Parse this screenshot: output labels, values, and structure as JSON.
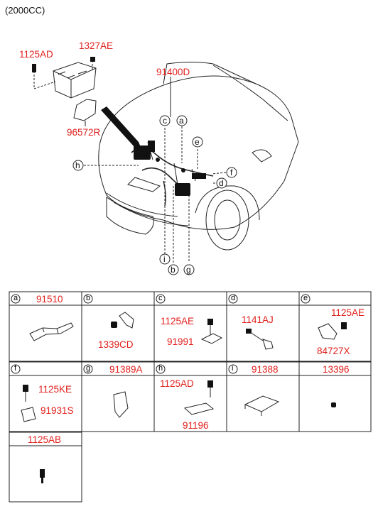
{
  "header": {
    "engine": "(2000CC)"
  },
  "main": {
    "parts": {
      "p1125AD": "1125AD",
      "p1327AE": "1327AE",
      "p96572R": "96572R",
      "p91400D": "91400D"
    },
    "callouts": [
      "a",
      "b",
      "c",
      "d",
      "e",
      "f",
      "g",
      "h",
      "i"
    ]
  },
  "grid": {
    "row1": [
      {
        "letter": "a",
        "title": "91510",
        "parts": []
      },
      {
        "letter": "b",
        "title": "",
        "parts": [
          "1339CD"
        ]
      },
      {
        "letter": "c",
        "title": "",
        "parts": [
          "1125AE",
          "91991"
        ]
      },
      {
        "letter": "d",
        "title": "",
        "parts": [
          "1141AJ"
        ]
      },
      {
        "letter": "e",
        "title": "",
        "parts": [
          "1125AE",
          "84727X"
        ]
      }
    ],
    "row2": [
      {
        "letter": "f",
        "title": "",
        "parts": [
          "1125KE",
          "91931S"
        ]
      },
      {
        "letter": "g",
        "title": "91389A",
        "parts": []
      },
      {
        "letter": "h",
        "title": "",
        "parts": [
          "1125AD",
          "91196"
        ]
      },
      {
        "letter": "i",
        "title": "91388",
        "parts": []
      },
      {
        "letter": "",
        "title": "13396",
        "parts": []
      }
    ],
    "row3": [
      {
        "letter": "",
        "title": "1125AB",
        "parts": []
      }
    ]
  },
  "colors": {
    "part_number": "#e0211d",
    "line": "#222222"
  }
}
